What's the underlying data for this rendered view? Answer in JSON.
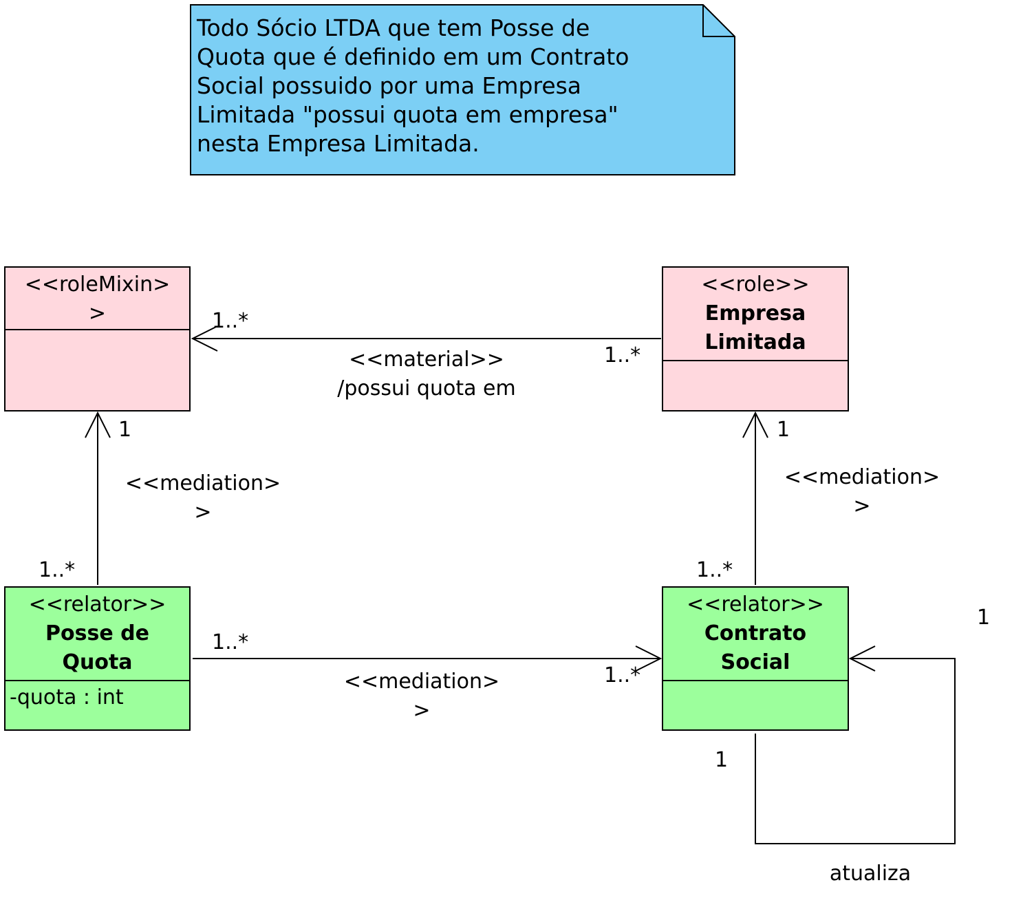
{
  "note": {
    "text": "Todo Sócio LTDA que tem Posse de\nQuota que é definido em um Contrato\nSocial possuido por uma Empresa\nLimitada \"possui quota em empresa\"\nnesta Empresa Limitada."
  },
  "colors": {
    "note_fill": "#7ccff5",
    "role_fill": "#ffd8de",
    "relator_fill": "#9cff9c",
    "stroke": "#000000"
  },
  "classes": {
    "role_mixin": {
      "stereotype_line1": "<<roleMixin>",
      "stereotype_line2": ">",
      "name": ""
    },
    "empresa_limitada": {
      "stereotype": "<<role>>",
      "name_line1": "Empresa",
      "name_line2": "Limitada"
    },
    "posse_de_quota": {
      "stereotype": "<<relator>>",
      "name_line1": "Posse de",
      "name_line2": "Quota",
      "attribute": "-quota : int"
    },
    "contrato_social": {
      "stereotype": "<<relator>>",
      "name_line1": "Contrato",
      "name_line2": "Social"
    }
  },
  "associations": {
    "material": {
      "stereotype": "<<material>>",
      "name": "/possui quota em",
      "source_mult": "1..*",
      "target_mult": "1..*"
    },
    "mediation_left": {
      "stereotype_line1": "<<mediation>",
      "stereotype_line2": ">",
      "mult_top": "1",
      "mult_bottom": "1..*"
    },
    "mediation_right": {
      "stereotype_line1": "<<mediation>",
      "stereotype_line2": ">",
      "mult_top": "1",
      "mult_bottom": "1..*"
    },
    "mediation_bottom": {
      "stereotype_line1": "<<mediation>",
      "stereotype_line2": ">",
      "mult_left": "1..*",
      "mult_right": "1..*"
    },
    "atualiza": {
      "name": "atualiza",
      "mult_source": "1",
      "mult_target": "1"
    }
  }
}
